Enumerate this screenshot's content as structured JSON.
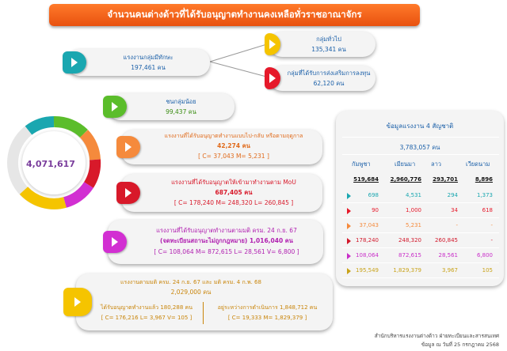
{
  "title": "จำนวนคนต่างด้าวที่ได้รับอนุญาตทำงานคงเหลือทั่วราชอาณาจักร",
  "total": "4,071,617",
  "groups": {
    "skilled": {
      "label": "แรงงานกลุ่มมีทักษะ",
      "value": "197,461 คน"
    },
    "general": {
      "label": "กลุ่มทั่วไป",
      "value": "135,341 คน"
    },
    "investment": {
      "label": "กลุ่มที่ได้รับการส่งเสริมการลงทุน",
      "value": "62,120 คน"
    },
    "minority": {
      "label": "ชนกลุ่มน้อย",
      "value": "99,437 คน"
    },
    "seasonal": {
      "label": "แรงงานที่ได้รับอนุญาตทำงานแบบไป-กลับ หรือตามฤดูกาล",
      "value": "42,274  คน",
      "breakdown": "[ C=  37,043   M=   5,231 ]"
    },
    "mou": {
      "label": "แรงงานที่ได้รับอนุญาตให้เข้ามาทำงานตาม MoU",
      "value": "687,405 คน",
      "breakdown": "[ C=  178,240  M= 248,320  L= 260,845 ]"
    },
    "cabinet_sep": {
      "label": "แรงงานที่ได้รับอนุญาตทำงานตามมติ ครม. 24 ก.ย. 67",
      "sublabel": "(จดทะเบียนสถานะไม่ถูกกฎหมาย) 1,016,040 คน",
      "breakdown": "[ C=  108,064  M=  872,615  L=  28,561  V= 6,800 ]"
    },
    "cabinet_apr": {
      "label": "แรงงานตามมติ ครม. 24 ก.ย. 67 และ มติ ครม. 4 ก.พ. 68",
      "value": "2,029,000  คน",
      "approved_label": "ได้รับอนุญาตทำงานแล้ว 180,288 คน",
      "approved_breakdown": "[ C=  176,216  L=  3,967  V= 105 ]",
      "pending_label": "อยู่ระหว่างการดำเนินการ 1,848,712 คน",
      "pending_breakdown": "[ C=  19,333  M=  1,829,379 ]"
    }
  },
  "table": {
    "title": "ข้อมูลแรงงาน 4 สัญชาติ",
    "total": "3,783,057 คน",
    "headers": [
      "กัมพูชา",
      "เมียนมา",
      "ลาว",
      "เวียดนาม"
    ],
    "totals": [
      "519,684",
      "2,960,776",
      "293,701",
      "8,896"
    ],
    "rows": [
      {
        "color": "#1aa7b0",
        "values": [
          "698",
          "4,531",
          "294",
          "1,373"
        ]
      },
      {
        "color": "#e6192a",
        "values": [
          "90",
          "1,000",
          "34",
          "618"
        ]
      },
      {
        "color": "#f58a3c",
        "values": [
          "37,043",
          "5,231",
          "-",
          "-"
        ]
      },
      {
        "color": "#d2182b",
        "values": [
          "178,240",
          "248,320",
          "260,845",
          "-"
        ]
      },
      {
        "color": "#c92fc9",
        "values": [
          "108,064",
          "872,615",
          "28,561",
          "6,800"
        ]
      },
      {
        "color": "#c9a31a",
        "values": [
          "195,549",
          "1,829,379",
          "3,967",
          "105"
        ]
      }
    ]
  },
  "footer": {
    "line1": "สำนักบริหารแรงงานต่างด้าว ฝ่ายทะเบียนและสารสนเทศ",
    "line2": "ข้อมูล ณ วันที่ 25 กรกฎาคม 2568"
  },
  "colors": {
    "teal": "#1aa7b0",
    "red": "#d8192a",
    "green": "#5bbd2b",
    "orange": "#f58a3c",
    "magenta": "#d22fd2",
    "yellow": "#f5c400",
    "accent": "#e8510f"
  }
}
